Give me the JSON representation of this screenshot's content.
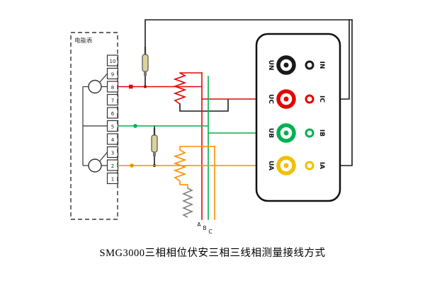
{
  "caption": "SMG3000三相相位伏安三相三线相测量接线方式",
  "meter_box": {
    "label": "电能表",
    "terminals": [
      "10",
      "9",
      "8",
      "7",
      "6",
      "5",
      "4",
      "3",
      "2",
      "1"
    ]
  },
  "phases": {
    "a_label": "A",
    "b_label": "B",
    "c_label": "C"
  },
  "panel": {
    "rows": [
      {
        "voltage_label": "UN",
        "current_label": "IN",
        "color": "#1a1a1a"
      },
      {
        "voltage_label": "UC",
        "current_label": "IC",
        "color": "#e10600"
      },
      {
        "voltage_label": "UB",
        "current_label": "IB",
        "color": "#00b050"
      },
      {
        "voltage_label": "UA",
        "current_label": "IA",
        "color": "#f0c000"
      }
    ]
  },
  "colors": {
    "wire_red": "#e10600",
    "wire_green": "#00b050",
    "wire_orange": "#ff8c00",
    "wire_black": "#1a1a1a"
  }
}
